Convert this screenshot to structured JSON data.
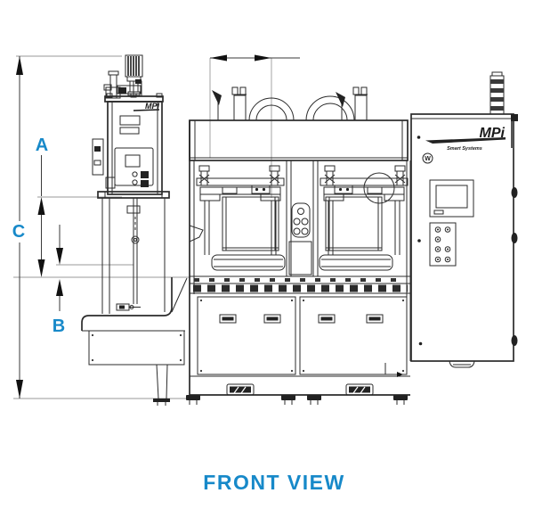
{
  "drawing": {
    "view_label": "FRONT VIEW",
    "dimensions": {
      "a": "A",
      "b": "B",
      "c": "C"
    },
    "branding": {
      "cabinet_logo": "MPi",
      "cabinet_tagline": "Smart Systems",
      "tank_logo": "MPI",
      "certification_mark": "W"
    },
    "colors": {
      "accent_blue": "#1789c9",
      "line_dark": "#2b2b2b",
      "line_light": "#9a9a9a",
      "background": "#ffffff"
    }
  }
}
